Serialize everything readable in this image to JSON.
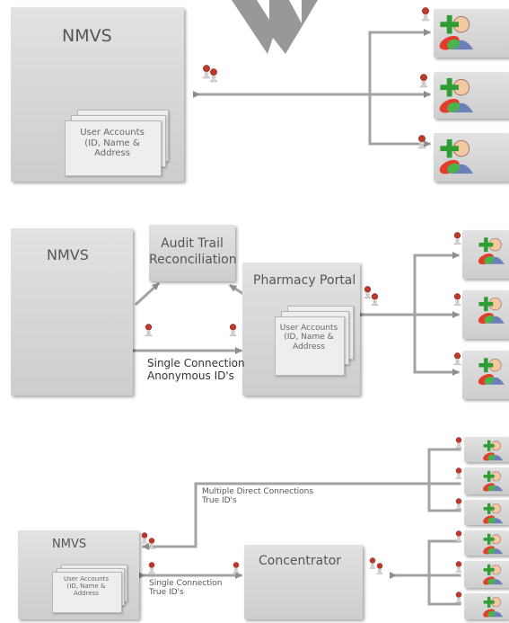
{
  "colors": {
    "box": "#d6d6d6",
    "line": "#9a9a9a",
    "person": "#c0392b",
    "plus": "#2e9e33"
  },
  "icons": [
    "person-icon",
    "user-add-icon"
  ],
  "panel1": {
    "server_label": "NMVS",
    "doc_label": "User Accounts\n(ID, Name &\nAddress"
  },
  "panel2": {
    "server_label": "NMVS",
    "audit_label": "Audit Trail\nReconciliation",
    "portal_label": "Pharmacy Portal",
    "doc_label": "User Accounts\n(ID, Name &\nAddress",
    "connection_line1": "Single Connection",
    "connection_line2": "Anonymous ID's"
  },
  "panel3": {
    "server_label": "NMVS",
    "doc_label": "User Accounts\n(ID, Name &\nAddress",
    "direct_line1": "Multiple Direct Connections",
    "direct_line2": "True ID's",
    "concentrator_label": "Concentrator",
    "connection_line1": "Single Connection",
    "connection_line2": "True ID's"
  }
}
